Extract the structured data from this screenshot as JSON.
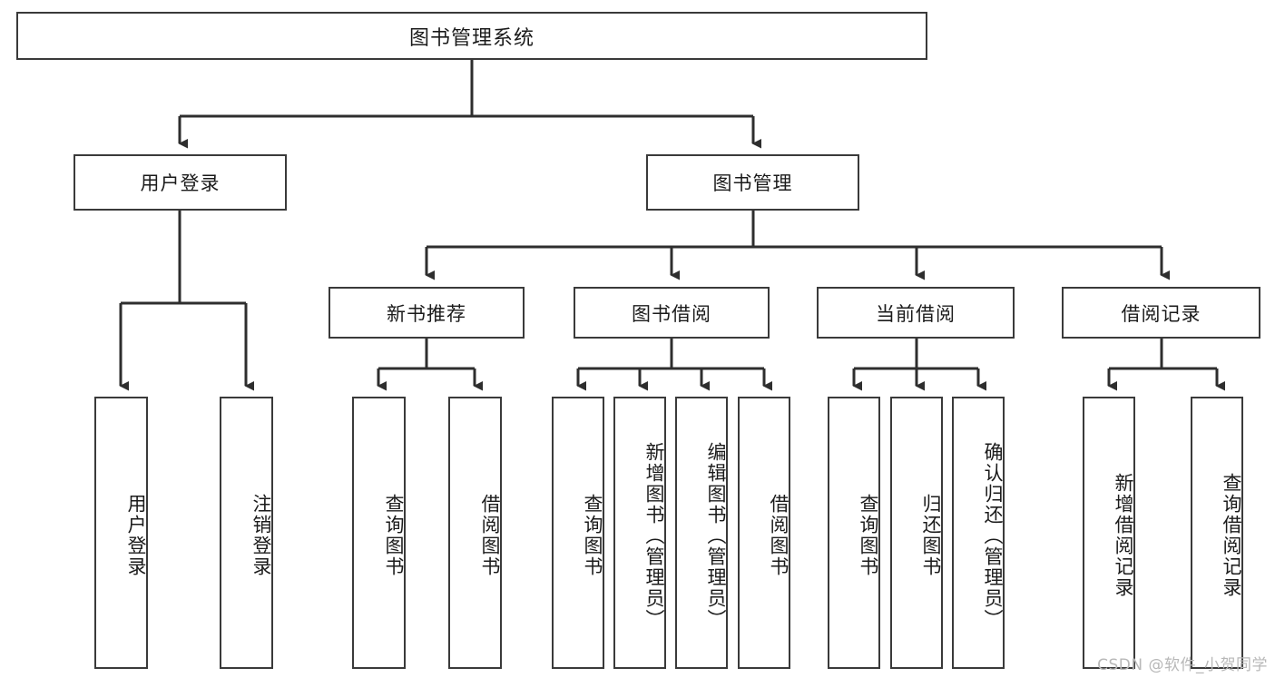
{
  "diagram": {
    "title": "图书管理系统",
    "root": {
      "label": "图书管理系统"
    },
    "level2": [
      {
        "label": "用户登录"
      },
      {
        "label": "图书管理"
      }
    ],
    "level3": [
      {
        "label": "新书推荐"
      },
      {
        "label": "图书借阅"
      },
      {
        "label": "当前借阅"
      },
      {
        "label": "借阅记录"
      }
    ],
    "leaves": {
      "user_login": [
        {
          "label": "用户登录"
        },
        {
          "label": "注销登录"
        }
      ],
      "new_book": [
        {
          "label": "查询图书"
        },
        {
          "label": "借阅图书"
        }
      ],
      "book_borrow": [
        {
          "label": "查询图书"
        },
        {
          "label": "新增图书（管理员）"
        },
        {
          "label": "编辑图书（管理员）"
        },
        {
          "label": "借阅图书"
        }
      ],
      "current_borrow": [
        {
          "label": "查询图书"
        },
        {
          "label": "归还图书"
        },
        {
          "label": "确认归还（管理员）"
        }
      ],
      "borrow_record": [
        {
          "label": "新增借阅记录"
        },
        {
          "label": "查询借阅记录"
        }
      ]
    },
    "watermark": "CSDN @软件_小贺同学",
    "colors": {
      "stroke": "#3a3a3a",
      "text": "#1b1b1b",
      "background": "#ffffff",
      "watermark": "#b8b8b8"
    }
  }
}
